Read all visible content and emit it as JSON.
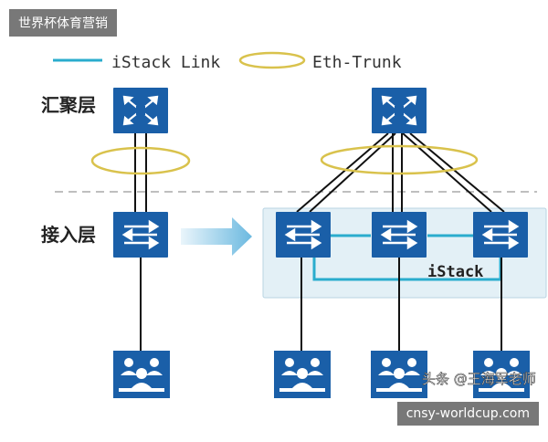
{
  "overlay_title": "世界杯体育营销",
  "legend": {
    "istack_link": "iStack Link",
    "eth_trunk": "Eth-Trunk"
  },
  "layers": {
    "aggregation": "汇聚层",
    "access": "接入层"
  },
  "stack_label": "iStack",
  "watermark": "头条 @王海军老师",
  "url_banner": "cnsy-worldcup.com",
  "colors": {
    "device": "#1a5fa8",
    "istack_link": "#2aaccd",
    "eth_trunk": "#d9c24c",
    "stack_bg": "#e3f0f6",
    "arrow": "#7ec2e3"
  }
}
